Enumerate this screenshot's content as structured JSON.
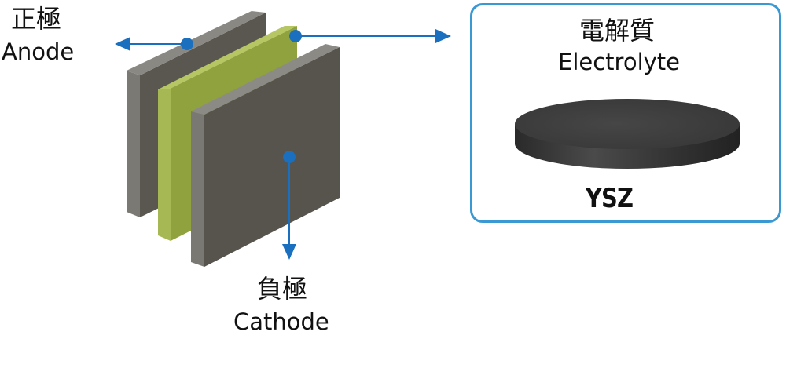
{
  "anode": {
    "label_jp": "正極",
    "label_en": "Anode"
  },
  "cathode": {
    "label_jp": "負極",
    "label_en": "Cathode"
  },
  "electrolyte": {
    "label_jp": "電解質",
    "label_en": "Electrolyte",
    "material": "YSZ"
  },
  "colors": {
    "arrow": "#1a6fbe",
    "panel_border": "#3a98d3",
    "electrode_face": "#57534d",
    "electrolyte_layer": "#9fb04a",
    "disc": "#3b3b3b"
  }
}
